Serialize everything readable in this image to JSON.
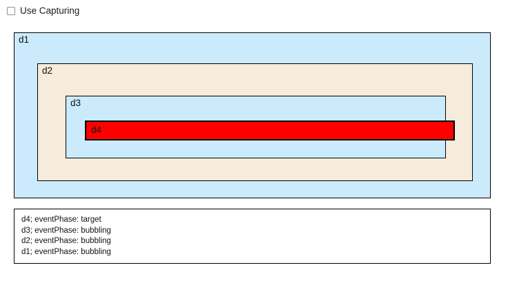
{
  "controls": {
    "capturing_checkbox": {
      "label": "Use Capturing",
      "checked": false
    }
  },
  "boxes": [
    {
      "id": "d1",
      "label": "d1",
      "color": "#cbebfd"
    },
    {
      "id": "d2",
      "label": "d2",
      "color": "#f5ecdb"
    },
    {
      "id": "d3",
      "label": "d3",
      "color": "#cbebfd"
    },
    {
      "id": "d4",
      "label": "d4",
      "color": "#ff0000"
    }
  ],
  "log": {
    "lines": [
      "d4; eventPhase: target",
      "d3; eventPhase: bubbling",
      "d2; eventPhase: bubbling",
      "d1; eventPhase: bubbling"
    ]
  },
  "colors": {
    "page_background": "#ffffff",
    "border": "#000000",
    "checkbox_border": "#909090",
    "text": "#111111"
  }
}
